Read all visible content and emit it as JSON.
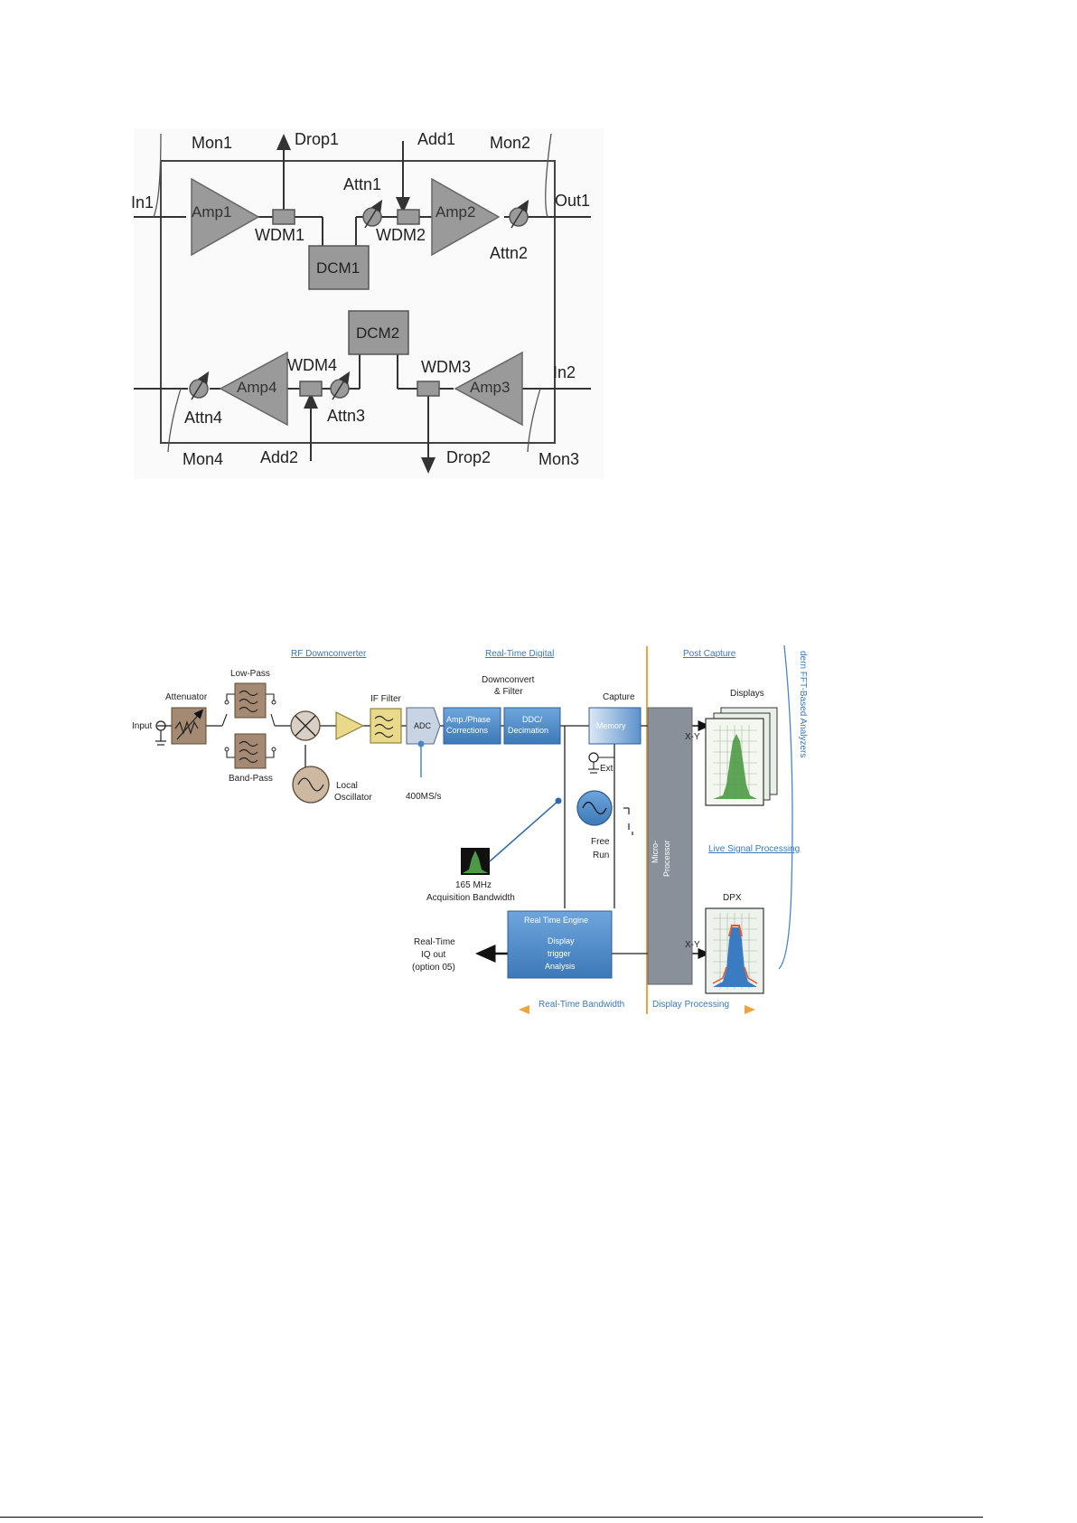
{
  "fig1": {
    "labels": {
      "mon1": "Mon1",
      "drop1": "Drop1",
      "add1": "Add1",
      "mon2": "Mon2",
      "in1": "In1",
      "out1": "Out1",
      "attn1": "Attn1",
      "attn2": "Attn2",
      "wdm1": "WDM1",
      "wdm2": "WDM2",
      "amp1": "Amp1",
      "amp2": "Amp2",
      "dcm1": "DCM1",
      "dcm2": "DCM2",
      "wdm4": "WDM4",
      "wdm3": "WDM3",
      "in2": "In2",
      "amp4": "Amp4",
      "amp3": "Amp3",
      "attn4": "Attn4",
      "attn3": "Attn3",
      "mon4": "Mon4",
      "add2": "Add2",
      "drop2": "Drop2",
      "mon3": "Mon3"
    }
  },
  "fig2": {
    "sections": {
      "rf_downconverter": "RF Downconverter",
      "real_time_digital": "Real-Time Digital",
      "post_capture": "Post Capture",
      "fft_analyzers": "dern FFT-Based Analyzers",
      "live_signal_processing": "Live Signal Processing"
    },
    "labels": {
      "attenuator": "Attenuator",
      "low_pass": "Low-Pass",
      "band_pass": "Band-Pass",
      "input": "Input",
      "if_filter": "IF Filter",
      "local": "Local",
      "oscillator": "Oscillator",
      "adc": "ADC",
      "sample_rate": "400MS/s",
      "downconvert": "Downconvert",
      "and_filter": "& Filter",
      "amp_phase_1": "Amp./Phase",
      "amp_phase_2": "Corrections",
      "ddc_1": "DDC/",
      "ddc_2": "Decimation",
      "capture": "Capture",
      "memory": "Memory",
      "ext": "Ext",
      "free": "Free",
      "run": "Run",
      "micro_1": "Micro-",
      "micro_2": "Processor",
      "displays": "Displays",
      "xy_top": "X-Y",
      "xy_bottom": "X-Y",
      "dpx": "DPX",
      "bw_1": "165 MHz",
      "bw_2": "Acquisition Bandwidth",
      "rte_title": "Real Time Engine",
      "rte_1": "Display",
      "rte_2": "trigger",
      "rte_3": "Analysis",
      "iq_1": "Real-Time",
      "iq_2": "IQ out",
      "iq_3": "(option 05)",
      "rt_bandwidth": "Real-Time Bandwidth",
      "display_processing": "Display Processing"
    },
    "colors": {
      "section_title": "#3a78b8",
      "block_blue": "#4a86c5",
      "block_blue_dark": "#2f6aa8",
      "tan": "#a48a72",
      "yellow": "#e9d98a",
      "orange": "#f0a23c",
      "micro_gray": "#8a9099",
      "green": "#4c9a45"
    }
  }
}
